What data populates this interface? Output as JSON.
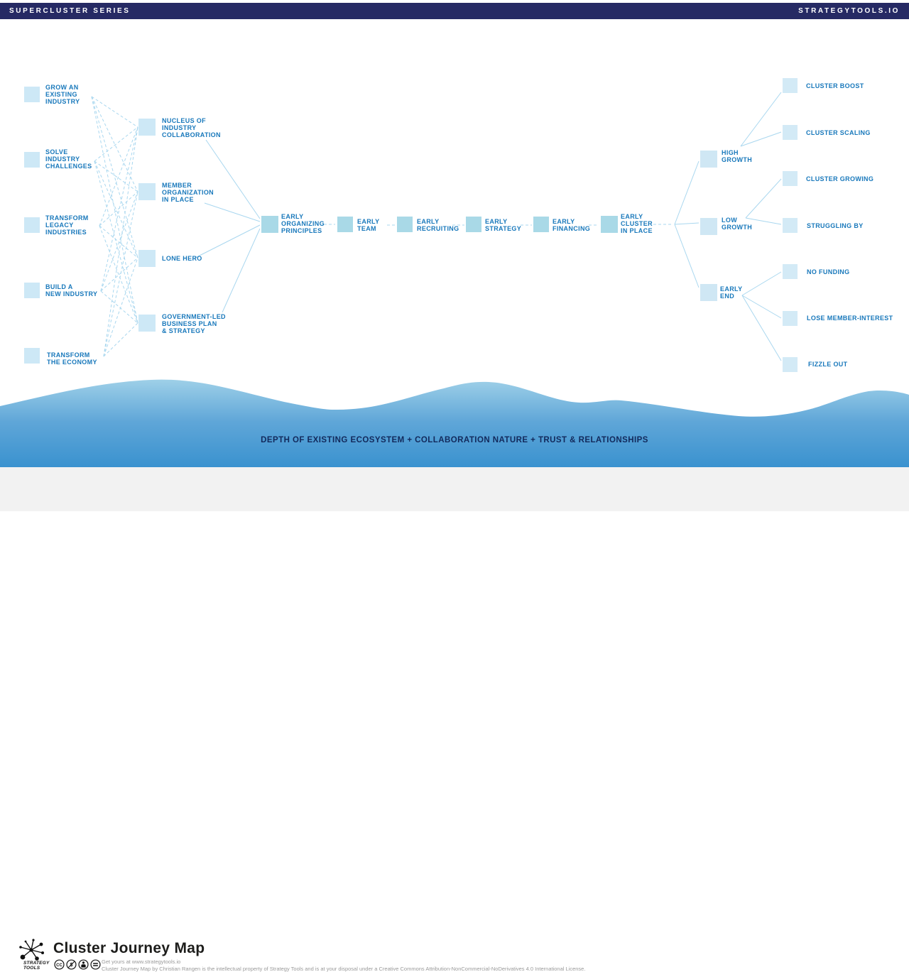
{
  "header": {
    "series": "SUPERCLUSTER SERIES",
    "site": "STRATEGYTOOLS.IO"
  },
  "diagram": {
    "origins": [
      {
        "label": "GROW AN\nEXISTING\nINDUSTRY"
      },
      {
        "label": "SOLVE\nINDUSTRY\nCHALLENGES"
      },
      {
        "label": "TRANSFORM\nLEGACY\nINDUSTRIES"
      },
      {
        "label": "BUILD A\nNEW INDUSTRY"
      },
      {
        "label": "TRANSFORM\nTHE ECONOMY"
      }
    ],
    "formation": [
      {
        "label": "NUCLEUS OF\nINDUSTRY\nCOLLABORATION"
      },
      {
        "label": "MEMBER\nORGANIZATION\nIN PLACE"
      },
      {
        "label": "LONE HERO"
      },
      {
        "label": "GOVERNMENT-LED\nBUSINESS PLAN\n& STRATEGY"
      }
    ],
    "journey": [
      {
        "label": "EARLY\nORGANIZING\nPRINCIPLES"
      },
      {
        "label": "EARLY\nTEAM"
      },
      {
        "label": "EARLY\nRECRUITING"
      },
      {
        "label": "EARLY\nSTRATEGY"
      },
      {
        "label": "EARLY\nFINANCING"
      },
      {
        "label": "EARLY\nCLUSTER\nIN PLACE"
      }
    ],
    "outcomes": [
      {
        "label": "HIGH\nGROWTH"
      },
      {
        "label": "LOW\nGROWTH"
      },
      {
        "label": "EARLY\nEND"
      }
    ],
    "results": [
      {
        "label": "CLUSTER BOOST"
      },
      {
        "label": "CLUSTER SCALING"
      },
      {
        "label": "CLUSTER GROWING"
      },
      {
        "label": "STRUGGLING BY"
      },
      {
        "label": "NO FUNDING"
      },
      {
        "label": "LOSE MEMBER-INTEREST"
      },
      {
        "label": "FIZZLE OUT"
      }
    ],
    "wave_caption": "DEPTH OF EXISTING ECOSYSTEM + COLLABORATION NATURE + TRUST & RELATIONSHIPS"
  },
  "footer": {
    "title": "Cluster Journey Map",
    "logo_text": "STRATEGY\nTOOLS",
    "tagline": "Get yours at www.strategytools.io",
    "license": "Cluster Journey Map by Christian Rangen is the intellectual property of Strategy Tools and is at your disposal under a Creative Commons Attribution-NonCommercial-NoDerivatives 4.0 International License."
  },
  "colors": {
    "navy": "#262a64",
    "label_blue": "#1878bb",
    "line_blue": "#a9d7ef",
    "square_light": "#cde8f6",
    "square_mid": "#a9d9e7",
    "wave_top": "#a3d3e9",
    "wave_bottom": "#3a92cf",
    "caption_navy": "#12295b"
  }
}
